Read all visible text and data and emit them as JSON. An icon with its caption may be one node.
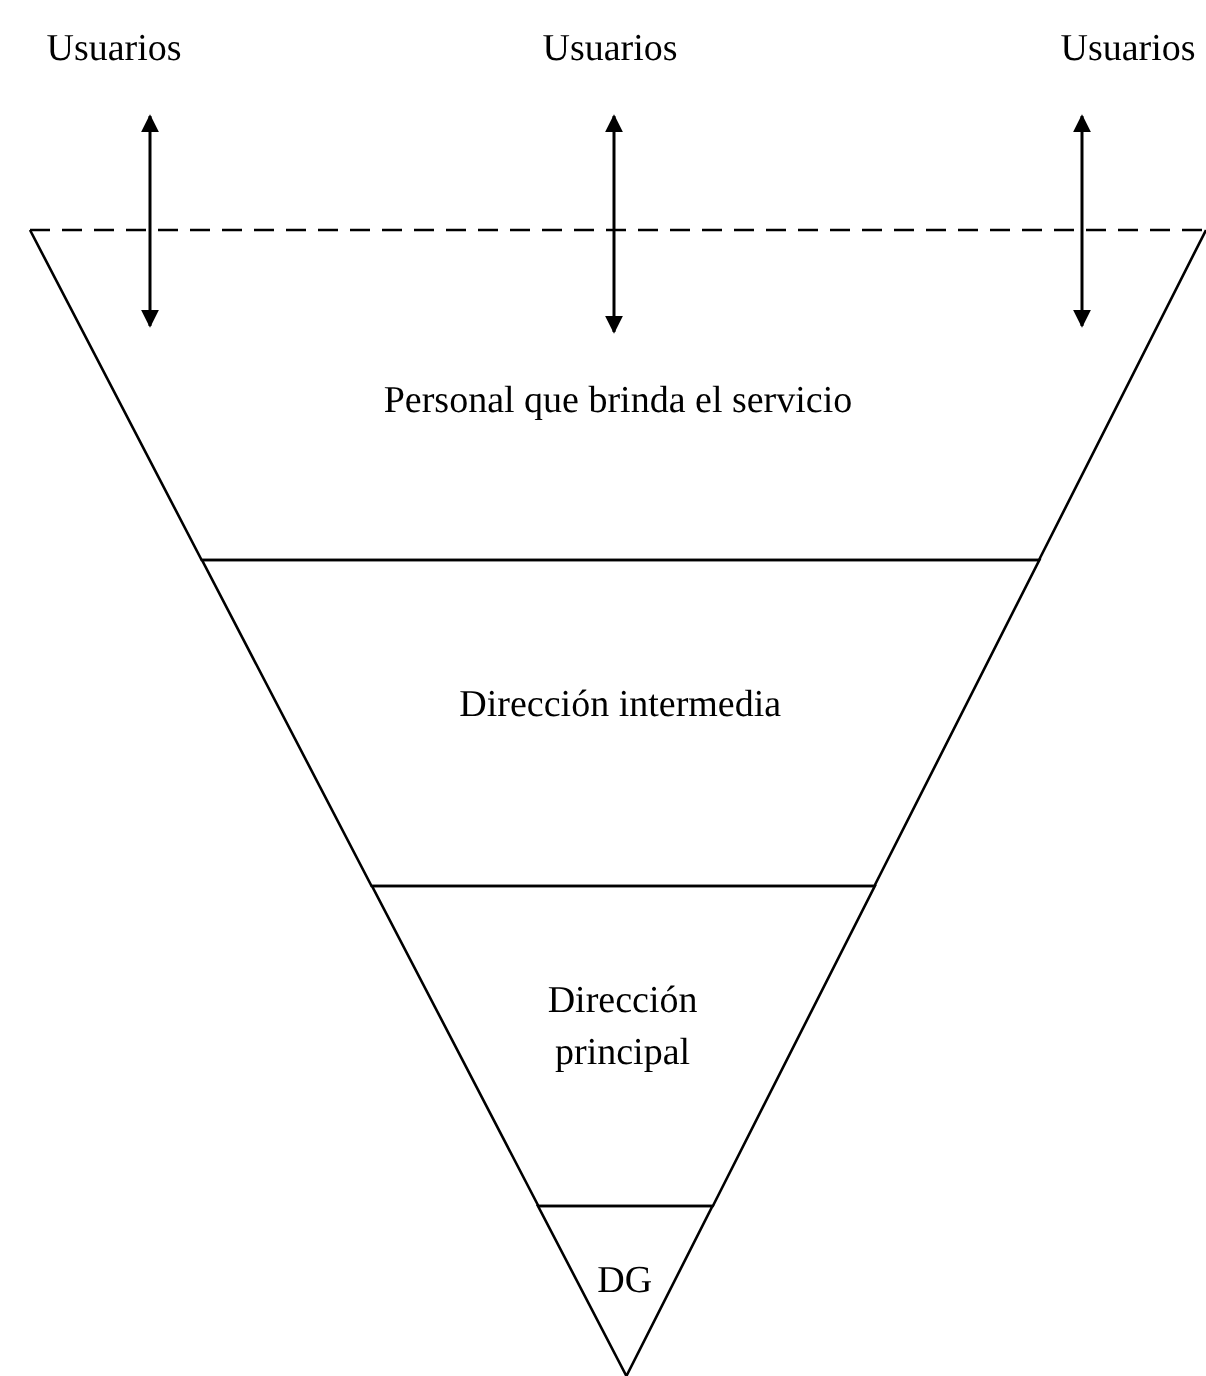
{
  "diagram": {
    "nodes": [
      {
        "text": [
          "Usuarios"
        ]
      },
      {
        "text": [
          "Usuarios"
        ]
      },
      {
        "text": [
          "Usuarios"
        ]
      },
      {
        "text": [
          "Personal que brinda el servicio"
        ]
      },
      {
        "text": [
          "Dirección intermedia"
        ]
      },
      {
        "text": [
          "Dirección principal"
        ]
      },
      {
        "text": [
          "DG"
        ]
      }
    ],
    "edges": [
      {
        "from": 0,
        "to": 3,
        "arrow": "both"
      },
      {
        "from": 1,
        "to": 3,
        "arrow": "both"
      },
      {
        "from": 2,
        "to": 3,
        "arrow": "both"
      }
    ]
  }
}
